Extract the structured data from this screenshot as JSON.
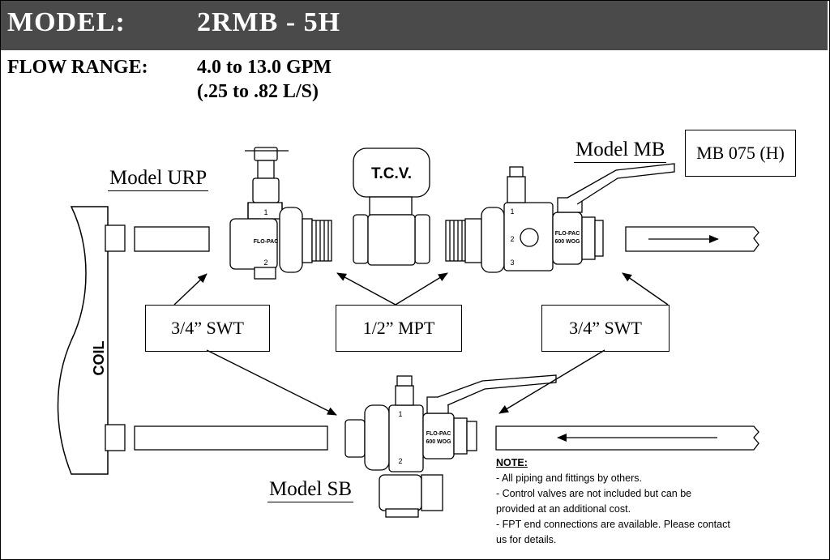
{
  "header": {
    "model_label": "MODEL:",
    "model_value": "2RMB - 5H",
    "background_color": "#4a4a4a"
  },
  "flow": {
    "label": "FLOW RANGE:",
    "gpm": "4.0 to 13.0 GPM",
    "ls": "(.25 to .82 L/S)"
  },
  "models": {
    "urp": "Model URP",
    "mb": "Model MB",
    "sb": "Model SB"
  },
  "mb_box": "MB 075 (H)",
  "tcv_label": "T.C.V.",
  "coil_label": "COIL",
  "connections": {
    "left": "3/4” SWT",
    "middle": "1/2” MPT",
    "right": "3/4” SWT"
  },
  "valve_markings": {
    "flo_pac": "FLO-PAC",
    "wog": "600 WOG",
    "port1": "1",
    "port2": "2",
    "port3": "3"
  },
  "note": {
    "title": "NOTE:",
    "lines": [
      "- All piping and fittings by others.",
      "- Control valves are not included but can be",
      "provided at an additional cost.",
      "- FPT end connections are available.  Please contact",
      "us for details."
    ]
  }
}
